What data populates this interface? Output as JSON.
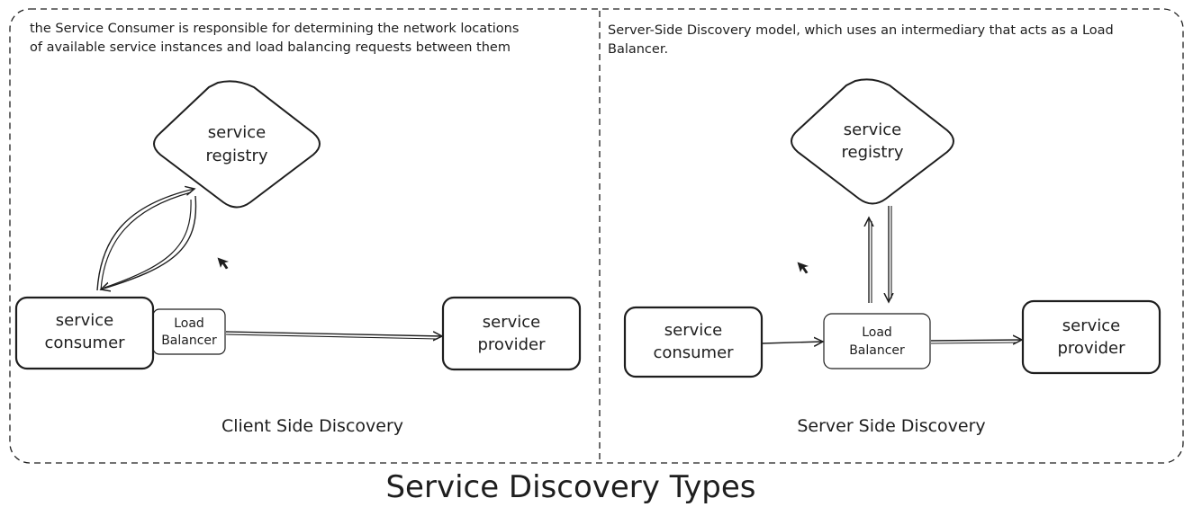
{
  "title": "Service Discovery Types",
  "client": {
    "description_line1": "the Service Consumer is responsible for determining the network locations",
    "description_line2": "of available service instances and load balancing requests between them",
    "registry_line1": "service",
    "registry_line2": "registry",
    "consumer_line1": "service",
    "consumer_line2": "consumer",
    "lb_line1": "Load",
    "lb_line2": "Balancer",
    "provider_line1": "service",
    "provider_line2": "provider",
    "label": "Client Side Discovery"
  },
  "server": {
    "description_line1": "Server-Side Discovery model, which uses an intermediary that acts as a Load",
    "description_line2": "Balancer.",
    "registry_line1": "service",
    "registry_line2": "registry",
    "consumer_line1": "service",
    "consumer_line2": "consumer",
    "lb_line1": "Load",
    "lb_line2": "Balancer",
    "provider_line1": "service",
    "provider_line2": "provider",
    "label": "Server Side Discovery"
  },
  "colors": {
    "ink": "#1e1e1e",
    "background": "#ffffff"
  }
}
